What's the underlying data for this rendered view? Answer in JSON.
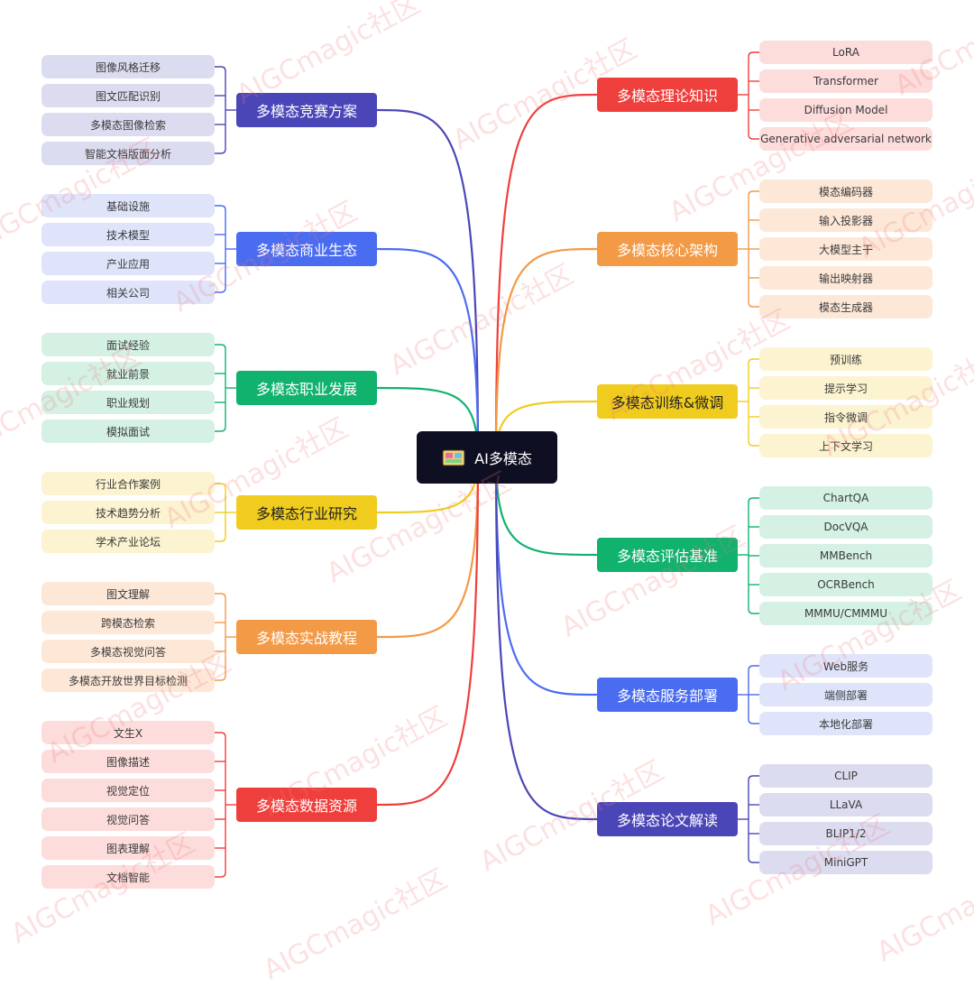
{
  "root": {
    "label": "AI多模态",
    "icon": "multimodal-app-icon"
  },
  "watermark": "AIGCmagic社区",
  "left_branches": [
    {
      "label": "多模态竞赛方案",
      "color": "#4b46b8",
      "leaf_bg": "#dcdcf0",
      "leaves": [
        "图像风格迁移",
        "图文匹配识别",
        "多模态图像检索",
        "智能文档版面分析"
      ]
    },
    {
      "label": "多模态商业生态",
      "color": "#4a6cf0",
      "leaf_bg": "#dfe4fb",
      "leaves": [
        "基础设施",
        "技术模型",
        "产业应用",
        "相关公司"
      ]
    },
    {
      "label": "多模态职业发展",
      "color": "#10b26e",
      "leaf_bg": "#d4f1e3",
      "leaves": [
        "面试经验",
        "就业前景",
        "职业规划",
        "模拟面试"
      ]
    },
    {
      "label": "多模态行业研究",
      "color": "#f0cc1e",
      "leaf_bg": "#fcf3d0",
      "dark_text": true,
      "leaves": [
        "行业合作案例",
        "技术趋势分析",
        "学术产业论坛"
      ]
    },
    {
      "label": "多模态实战教程",
      "color": "#f29a46",
      "leaf_bg": "#fde8d8",
      "leaves": [
        "图文理解",
        "跨模态检索",
        "多模态视觉问答",
        "多模态开放世界目标检测"
      ]
    },
    {
      "label": "多模态数据资源",
      "color": "#ef3f3c",
      "leaf_bg": "#fddcdc",
      "leaves": [
        "文生X",
        "图像描述",
        "视觉定位",
        "视觉问答",
        "图表理解",
        "文档智能"
      ]
    }
  ],
  "right_branches": [
    {
      "label": "多模态理论知识",
      "color": "#ef3f3c",
      "leaf_bg": "#fddcdc",
      "leaves": [
        "LoRA",
        "Transformer",
        "Diffusion Model",
        "Generative adversarial network"
      ]
    },
    {
      "label": "多模态核心架构",
      "color": "#f29a46",
      "leaf_bg": "#fde8d8",
      "leaves": [
        "模态编码器",
        "输入投影器",
        "大模型主干",
        "输出映射器",
        "模态生成器"
      ]
    },
    {
      "label": "多模态训练&微调",
      "color": "#f0cc1e",
      "leaf_bg": "#fcf3d0",
      "dark_text": true,
      "leaves": [
        "预训练",
        "提示学习",
        "指令微调",
        "上下文学习"
      ]
    },
    {
      "label": "多模态评估基准",
      "color": "#10b26e",
      "leaf_bg": "#d4f1e3",
      "leaves": [
        "ChartQA",
        "DocVQA",
        "MMBench",
        "OCRBench",
        "MMMU/CMMMU"
      ]
    },
    {
      "label": "多模态服务部署",
      "color": "#4a6cf0",
      "leaf_bg": "#dfe4fb",
      "leaves": [
        "Web服务",
        "端侧部署",
        "本地化部署"
      ]
    },
    {
      "label": "多模态论文解读",
      "color": "#4b46b8",
      "leaf_bg": "#dcdcf0",
      "leaves": [
        "CLIP",
        "LLaVA",
        "BLIP1/2",
        "MiniGPT"
      ]
    }
  ]
}
